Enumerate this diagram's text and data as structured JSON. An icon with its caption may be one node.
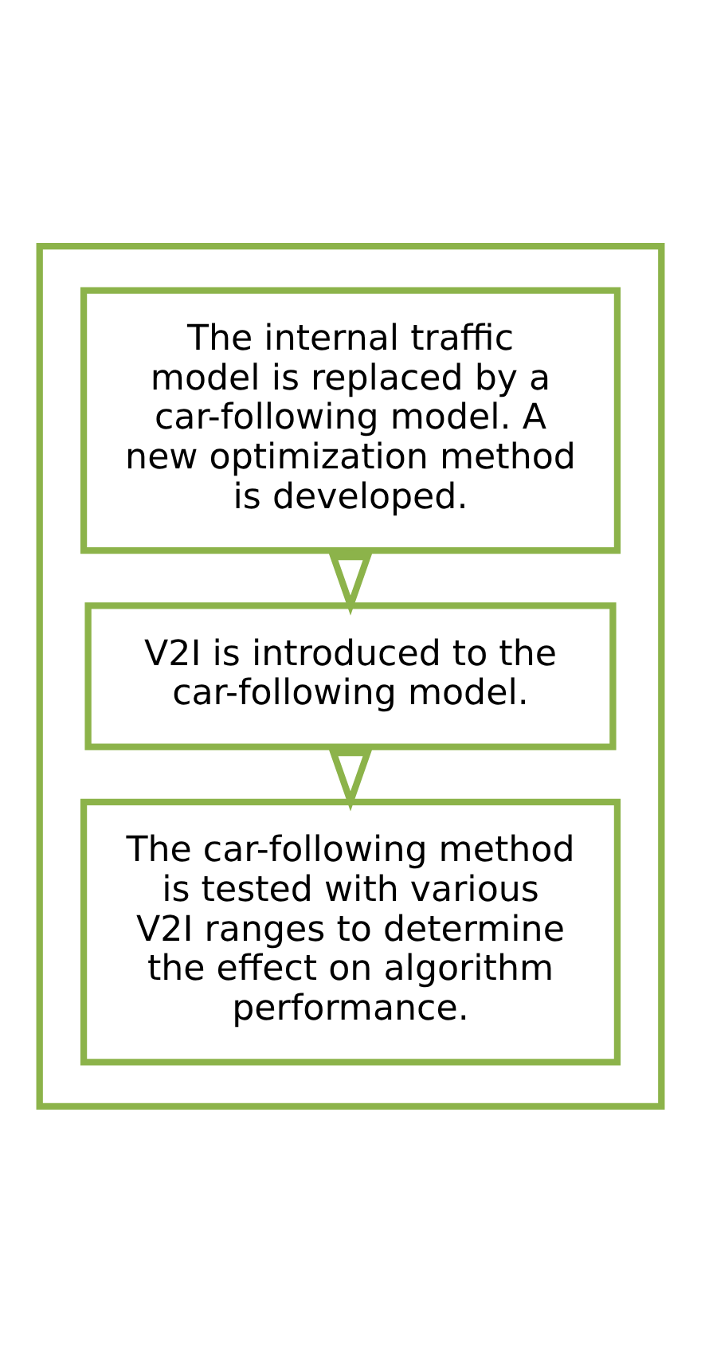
{
  "diagram": {
    "nodes": [
      {
        "text": [],
        "shape": "box"
      },
      {
        "text": [
          "The internal traffic model is replaced by a car-following model. A new optimization method is developed."
        ],
        "in": 0
      },
      {
        "text": [
          "V2I is introduced to the car-following model."
        ],
        "in": 0
      },
      {
        "text": [
          "The car-following method is tested with various V2I ranges to determine the effect on algorithm performance."
        ],
        "in": 0
      }
    ],
    "edges": [
      {
        "from": 1,
        "to": 2,
        "arrow": "to"
      },
      {
        "from": 2,
        "to": 3,
        "arrow": "to"
      }
    ]
  }
}
